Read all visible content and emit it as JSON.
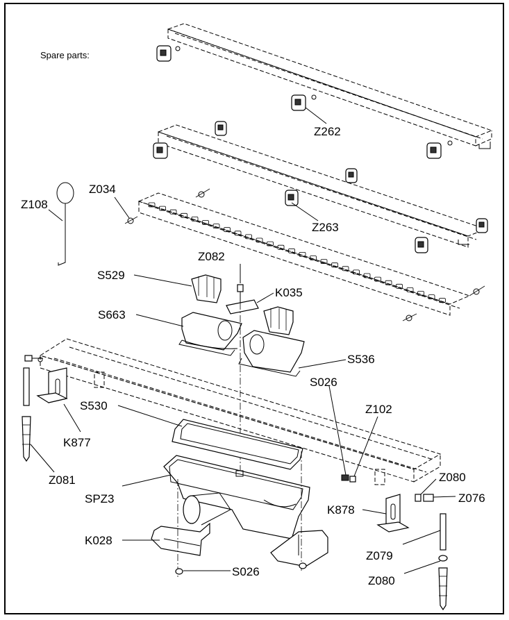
{
  "header": {
    "title": "Spare parts:"
  },
  "labels": {
    "Z262": "Z262",
    "Z263": "Z263",
    "Z034": "Z034",
    "Z108": "Z108",
    "Z082": "Z082",
    "S529": "S529",
    "K035": "K035",
    "S663": "S663",
    "S536": "S536",
    "S026_top": "S026",
    "S530": "S530",
    "Z102": "Z102",
    "K877": "K877",
    "Z081": "Z081",
    "Z080_top": "Z080",
    "Z076": "Z076",
    "SPZ3": "SPZ3",
    "K878": "K878",
    "K028": "K028",
    "Z079": "Z079",
    "S026_bottom": "S026",
    "Z080_bottom": "Z080"
  }
}
